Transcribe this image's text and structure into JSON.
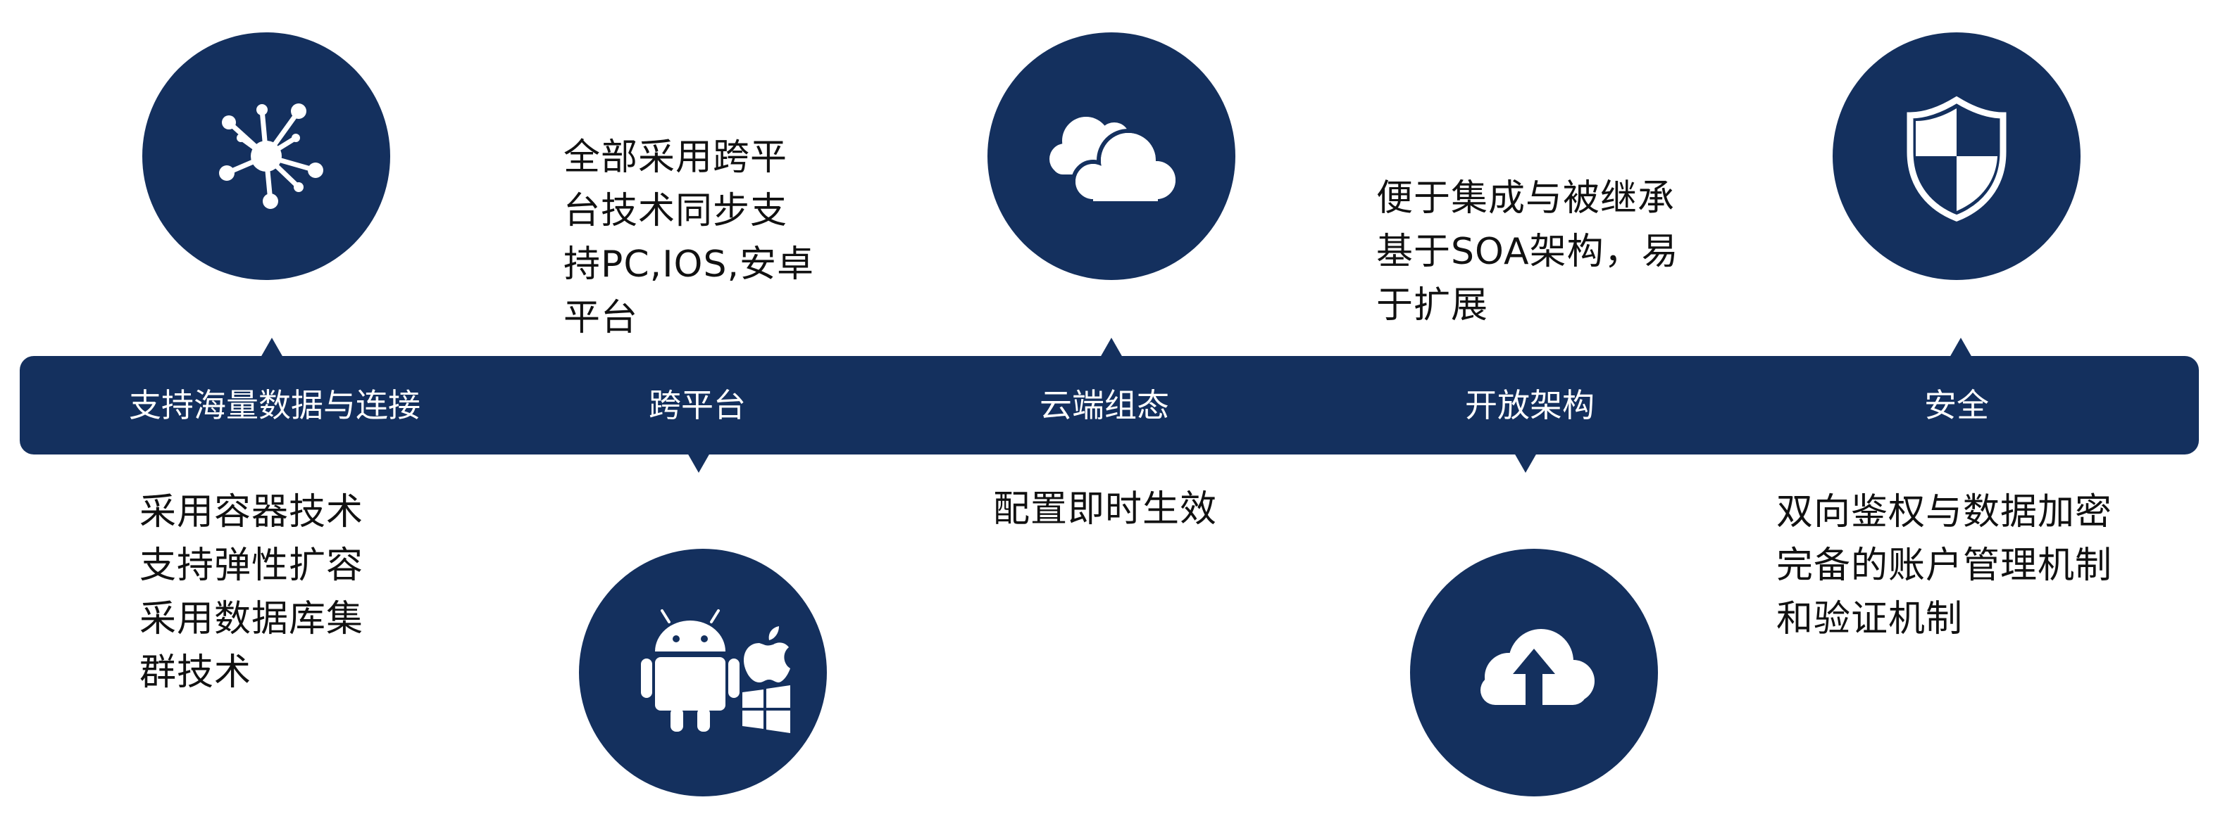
{
  "colors": {
    "navy": "#14305e",
    "icon": "#ffffff",
    "text": "#111111"
  },
  "band": {
    "labels": [
      "支持海量数据与连接",
      "跨平台",
      "云端组态",
      "开放架构",
      "安全"
    ]
  },
  "icons": [
    "network-hub-icon",
    "android-apple-windows-icon",
    "cloud-icon",
    "cloud-upload-icon",
    "shield-icon"
  ],
  "descriptions": {
    "massive_data": [
      "采用容器技术",
      "支持弹性扩容",
      "采用数据库集",
      "群技术"
    ],
    "cross_platform": [
      "全部采用跨平",
      "台技术同步支",
      "持PC,IOS,安卓",
      "平台"
    ],
    "cloud_config": [
      "配置即时生效"
    ],
    "open_arch": [
      "便于集成与被继承",
      "基于SOA架构，易",
      "于扩展"
    ],
    "security": [
      "双向鉴权与数据加密",
      "完备的账户管理机制",
      "和验证机制"
    ]
  }
}
